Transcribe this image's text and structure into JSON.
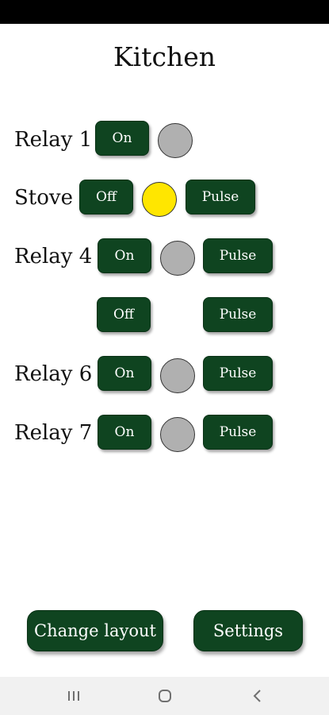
{
  "page_title": "Kitchen",
  "rows": [
    {
      "label": "Relay 1",
      "buttons": [
        "On"
      ],
      "lamp_color": "#b0b0b0"
    },
    {
      "label": "Stove",
      "buttons": [
        "Off",
        "Pulse"
      ],
      "lamp_color": "#ffe600"
    },
    {
      "label": "Relay 4",
      "buttons": [
        "On",
        "Pulse"
      ],
      "lamp_color": "#b0b0b0"
    },
    {
      "label": "",
      "buttons": [
        "Off",
        "Pulse"
      ]
    },
    {
      "label": "Relay 6",
      "buttons": [
        "On",
        "Pulse"
      ],
      "lamp_color": "#b0b0b0"
    },
    {
      "label": "Relay 7",
      "buttons": [
        "On",
        "Pulse"
      ],
      "lamp_color": "#b0b0b0"
    }
  ],
  "footer": {
    "change_layout": "Change layout",
    "settings": "Settings"
  },
  "colors": {
    "button_bg": "#0f4420",
    "lamp_off": "#b0b0b0",
    "lamp_on": "#ffe600"
  },
  "nav_icons": [
    "recent-apps-icon",
    "home-icon",
    "back-icon"
  ]
}
